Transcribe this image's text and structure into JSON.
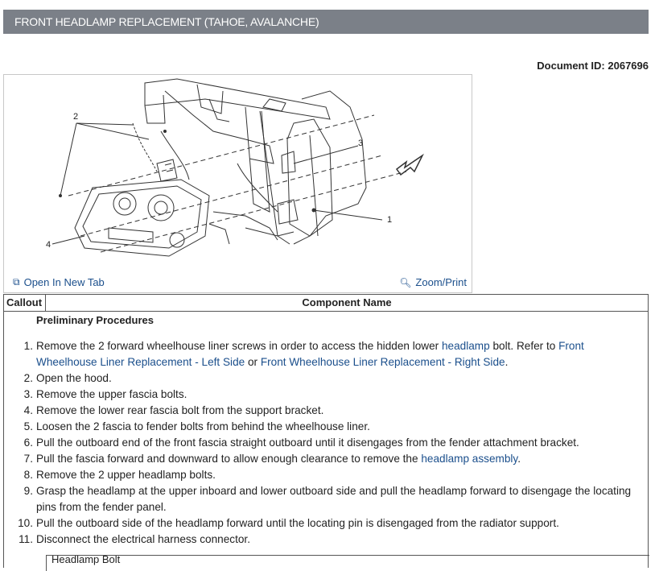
{
  "header": {
    "title": "FRONT HEADLAMP REPLACEMENT (TAHOE, AVALANCHE)"
  },
  "document_id": "Document ID: 2067696",
  "figure": {
    "callouts": [
      "1",
      "2",
      "3",
      "4"
    ],
    "open_new_tab": "Open In New Tab",
    "zoom_print": "Zoom/Print"
  },
  "table": {
    "headers": {
      "callout": "Callout",
      "component": "Component Name"
    },
    "preliminary": "Preliminary Procedures",
    "steps": [
      {
        "num": "1.",
        "parts": [
          {
            "t": "Remove the 2 forward wheelhouse liner screws in order to access the hidden lower "
          },
          {
            "t": "headlamp",
            "link": true
          },
          {
            "t": " bolt. Refer to "
          },
          {
            "t": "Front Wheelhouse Liner Replacement - Left Side",
            "link": true
          },
          {
            "t": " or "
          },
          {
            "t": "Front Wheelhouse Liner Replacement - Right Side",
            "link": true
          },
          {
            "t": "."
          }
        ]
      },
      {
        "num": "2.",
        "parts": [
          {
            "t": "Open the hood."
          }
        ]
      },
      {
        "num": "3.",
        "parts": [
          {
            "t": "Remove the upper fascia bolts."
          }
        ]
      },
      {
        "num": "4.",
        "parts": [
          {
            "t": "Remove the lower rear fascia bolt from the support bracket."
          }
        ]
      },
      {
        "num": "5.",
        "parts": [
          {
            "t": "Loosen the 2 fascia to fender bolts from behind the wheelhouse liner."
          }
        ]
      },
      {
        "num": "6.",
        "parts": [
          {
            "t": "Pull the outboard end of the front fascia straight outboard until it disengages from the fender attachment bracket."
          }
        ]
      },
      {
        "num": "7.",
        "parts": [
          {
            "t": "Pull the fascia forward and downward to allow enough clearance to remove the "
          },
          {
            "t": "headlamp assembly",
            "link": true
          },
          {
            "t": "."
          }
        ]
      },
      {
        "num": "8.",
        "parts": [
          {
            "t": "Remove the 2 upper headlamp bolts."
          }
        ]
      },
      {
        "num": "9.",
        "parts": [
          {
            "t": "Grasp the headlamp at the upper inboard and lower outboard side and pull the headlamp forward to disengage the locating pins from the fender panel."
          }
        ]
      },
      {
        "num": "10.",
        "parts": [
          {
            "t": "Pull the outboard side of the headlamp forward until the locating pin is disengaged from the radiator support."
          }
        ]
      },
      {
        "num": "11.",
        "parts": [
          {
            "t": "Disconnect the electrical harness connector."
          }
        ]
      }
    ],
    "next_row_partial": "Headlamp Bolt"
  }
}
